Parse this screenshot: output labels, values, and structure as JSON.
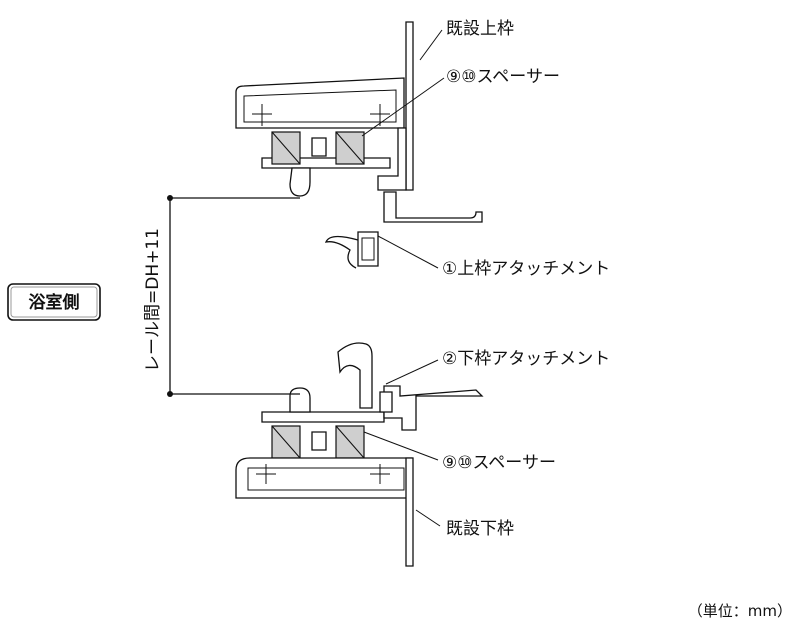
{
  "labels": {
    "existing_top_frame": "既設上枠",
    "spacer_top": "⑨⑩スペーサー",
    "top_attachment": "①上枠アタッチメント",
    "bottom_attachment": "②下枠アタッチメント",
    "spacer_bottom": "⑨⑩スペーサー",
    "existing_bottom_frame": "既設下枠",
    "bathroom_side": "浴室側",
    "rail_gap": "レール間=DH+11",
    "unit": "（単位：mm）"
  }
}
